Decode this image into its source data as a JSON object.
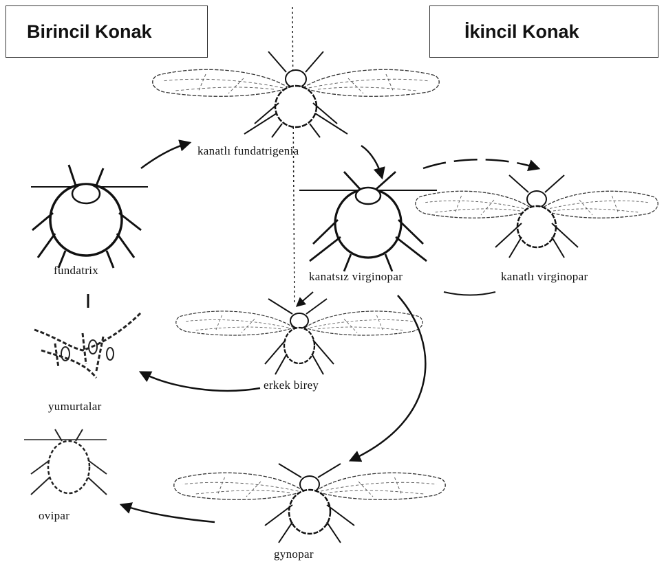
{
  "hosts": {
    "primary": "Birincil Konak",
    "secondary": "İkincil Konak"
  },
  "stages": {
    "winged_fundatrigenia": "kanatlı fundatrigenia",
    "fundatrix": "fundatrix",
    "wingless_virginopar": "kanatsız virginopar",
    "winged_virginopar": "kanatlı virginopar",
    "eggs": "yumurtalar",
    "male": "erkek birey",
    "ovipar": "ovipar",
    "gynopar": "gynopar"
  },
  "colors": {
    "ink": "#111111",
    "box_border": "#333333"
  }
}
